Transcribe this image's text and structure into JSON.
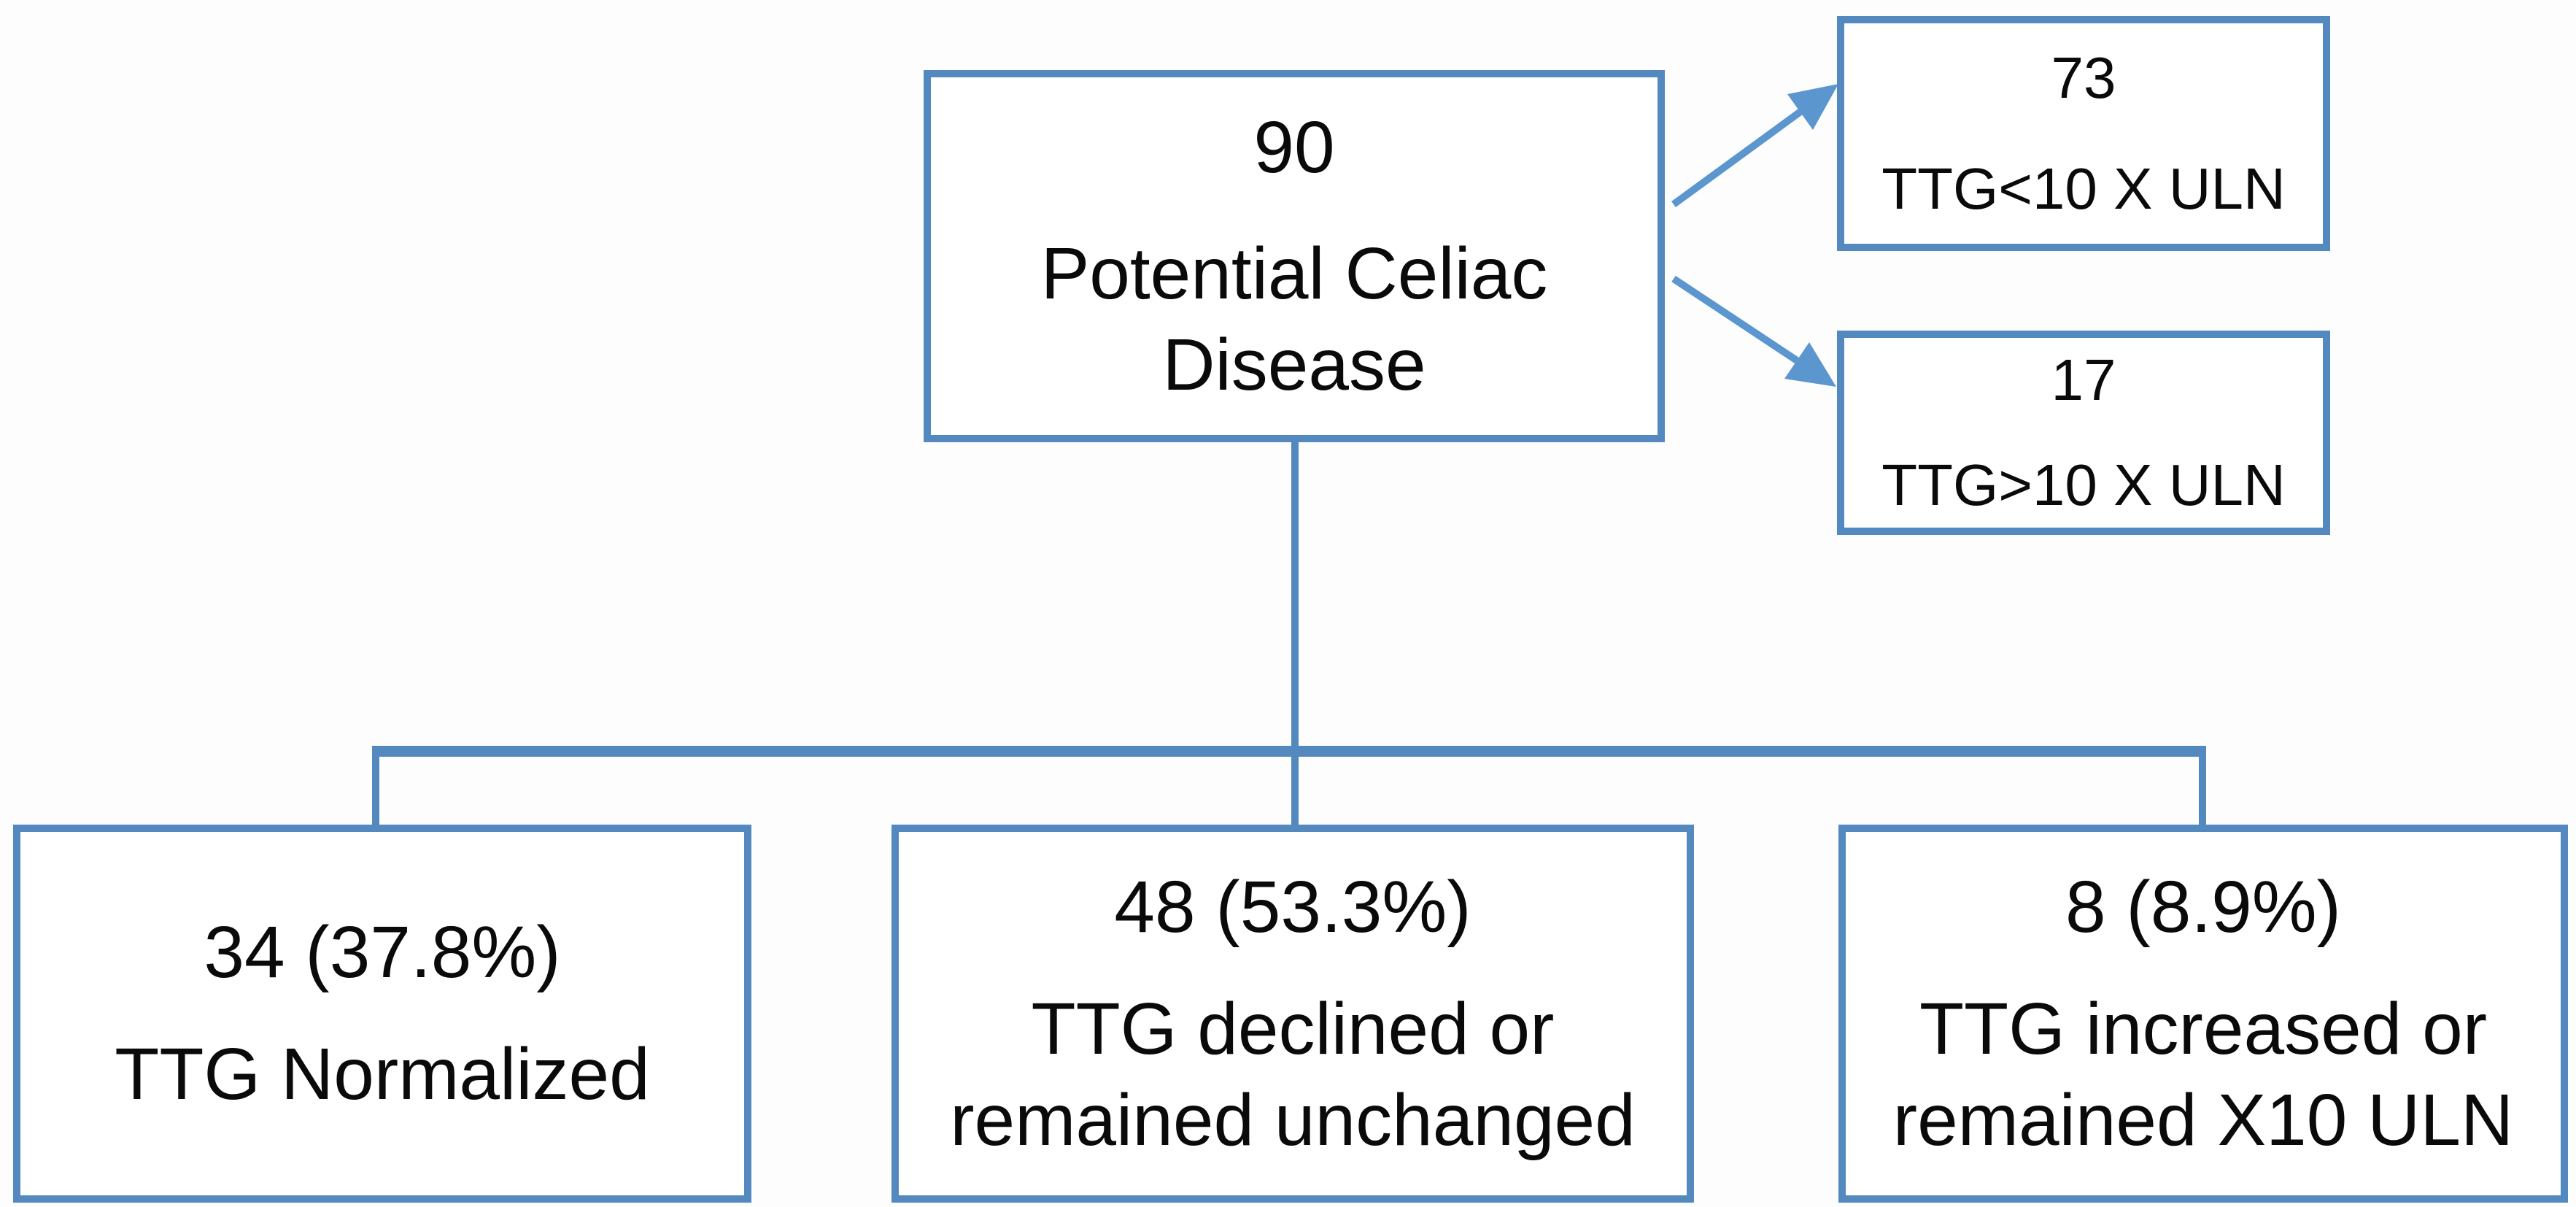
{
  "figure": {
    "type": "flowchart",
    "description_visible_text_only": true
  },
  "colors": {
    "box_border": "#5389BF",
    "connector": "#5389BF",
    "arrow": "#5B96CF",
    "text": "#0a0a0a",
    "background": "#fdfdfd"
  },
  "flowchart": {
    "root": {
      "value": "90",
      "label_lines": [
        "Potential Celiac",
        "Disease"
      ]
    },
    "branch_low": {
      "value": "73",
      "label": "TTG<10 X ULN"
    },
    "branch_high": {
      "value": "17",
      "label": "TTG>10 X ULN"
    },
    "outcomes": [
      {
        "value": "34 (37.8%)",
        "label_lines": [
          "TTG Normalized",
          ""
        ]
      },
      {
        "value": "48 (53.3%)",
        "label_lines": [
          "TTG declined or",
          "remained unchanged"
        ]
      },
      {
        "value": "8 (8.9%)",
        "label_lines": [
          "TTG increased or",
          "remained X10 ULN"
        ]
      }
    ]
  }
}
